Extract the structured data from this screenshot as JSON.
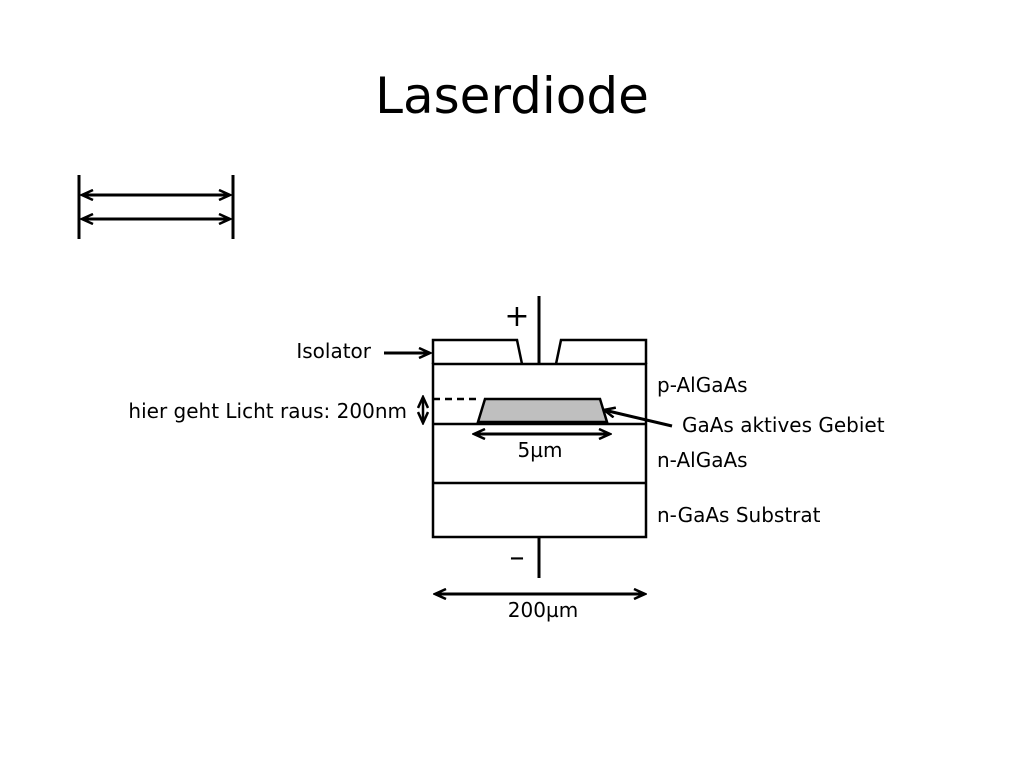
{
  "slide": {
    "title": "Laserdiode"
  },
  "diagram": {
    "labels": {
      "plus": "+",
      "minus": "–",
      "isolator": "Isolator",
      "light_exit": "hier geht Licht raus: 200nm",
      "p_layer": "p-AlGaAs",
      "active_region": "GaAs aktives Gebiet",
      "width_active": "5µm",
      "n_layer": "n-AlGaAs",
      "substrate": "n-GaAs Substrat",
      "width_chip": "200µm"
    },
    "colors": {
      "active_region_fill": "#bfbfbf",
      "stroke": "#000000"
    }
  }
}
